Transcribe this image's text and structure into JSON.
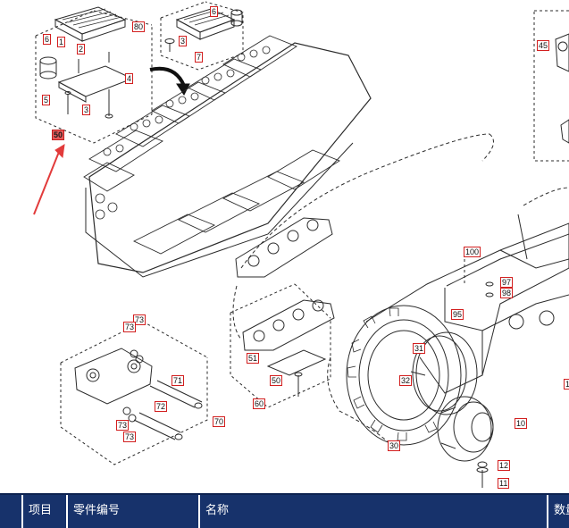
{
  "diagram": {
    "callouts": [
      {
        "id": "c-80",
        "label": "80",
        "filled": false
      },
      {
        "id": "c-6a",
        "label": "6",
        "filled": false
      },
      {
        "id": "c-6b",
        "label": "6",
        "filled": false
      },
      {
        "id": "c-1",
        "label": "1",
        "filled": false
      },
      {
        "id": "c-2",
        "label": "2",
        "filled": false
      },
      {
        "id": "c-3a",
        "label": "3",
        "filled": false
      },
      {
        "id": "c-3b",
        "label": "3",
        "filled": false
      },
      {
        "id": "c-4",
        "label": "4",
        "filled": false
      },
      {
        "id": "c-5",
        "label": "5",
        "filled": false
      },
      {
        "id": "c-7",
        "label": "7",
        "filled": false
      },
      {
        "id": "c-50a",
        "label": "50",
        "filled": true
      },
      {
        "id": "c-45",
        "label": "45",
        "filled": false
      },
      {
        "id": "c-100",
        "label": "100",
        "filled": false
      },
      {
        "id": "c-97",
        "label": "97",
        "filled": false
      },
      {
        "id": "c-98",
        "label": "98",
        "filled": false
      },
      {
        "id": "c-95",
        "label": "95",
        "filled": false
      },
      {
        "id": "c-31",
        "label": "31",
        "filled": false
      },
      {
        "id": "c-32",
        "label": "32",
        "filled": false
      },
      {
        "id": "c-30",
        "label": "30",
        "filled": false
      },
      {
        "id": "c-10",
        "label": "10",
        "filled": false
      },
      {
        "id": "c-12",
        "label": "12",
        "filled": false
      },
      {
        "id": "c-11",
        "label": "11",
        "filled": false
      },
      {
        "id": "c-73a",
        "label": "73",
        "filled": false
      },
      {
        "id": "c-73b",
        "label": "73",
        "filled": false
      },
      {
        "id": "c-73c",
        "label": "73",
        "filled": false
      },
      {
        "id": "c-73d",
        "label": "73",
        "filled": false
      },
      {
        "id": "c-71",
        "label": "71",
        "filled": false
      },
      {
        "id": "c-72",
        "label": "72",
        "filled": false
      },
      {
        "id": "c-70",
        "label": "70",
        "filled": false
      },
      {
        "id": "c-51",
        "label": "51",
        "filled": false
      },
      {
        "id": "c-50b",
        "label": "50",
        "filled": false
      },
      {
        "id": "c-60",
        "label": "60",
        "filled": false
      },
      {
        "id": "c-edge",
        "label": "1",
        "filled": false
      }
    ],
    "colors": {
      "line": "#2b2b2b",
      "callout_border": "#d21f1f",
      "arrow": "#e23b3b",
      "header_bg": "#17326b"
    }
  },
  "table": {
    "headers": [
      "项目",
      "零件编号",
      "名称",
      "数量"
    ]
  }
}
